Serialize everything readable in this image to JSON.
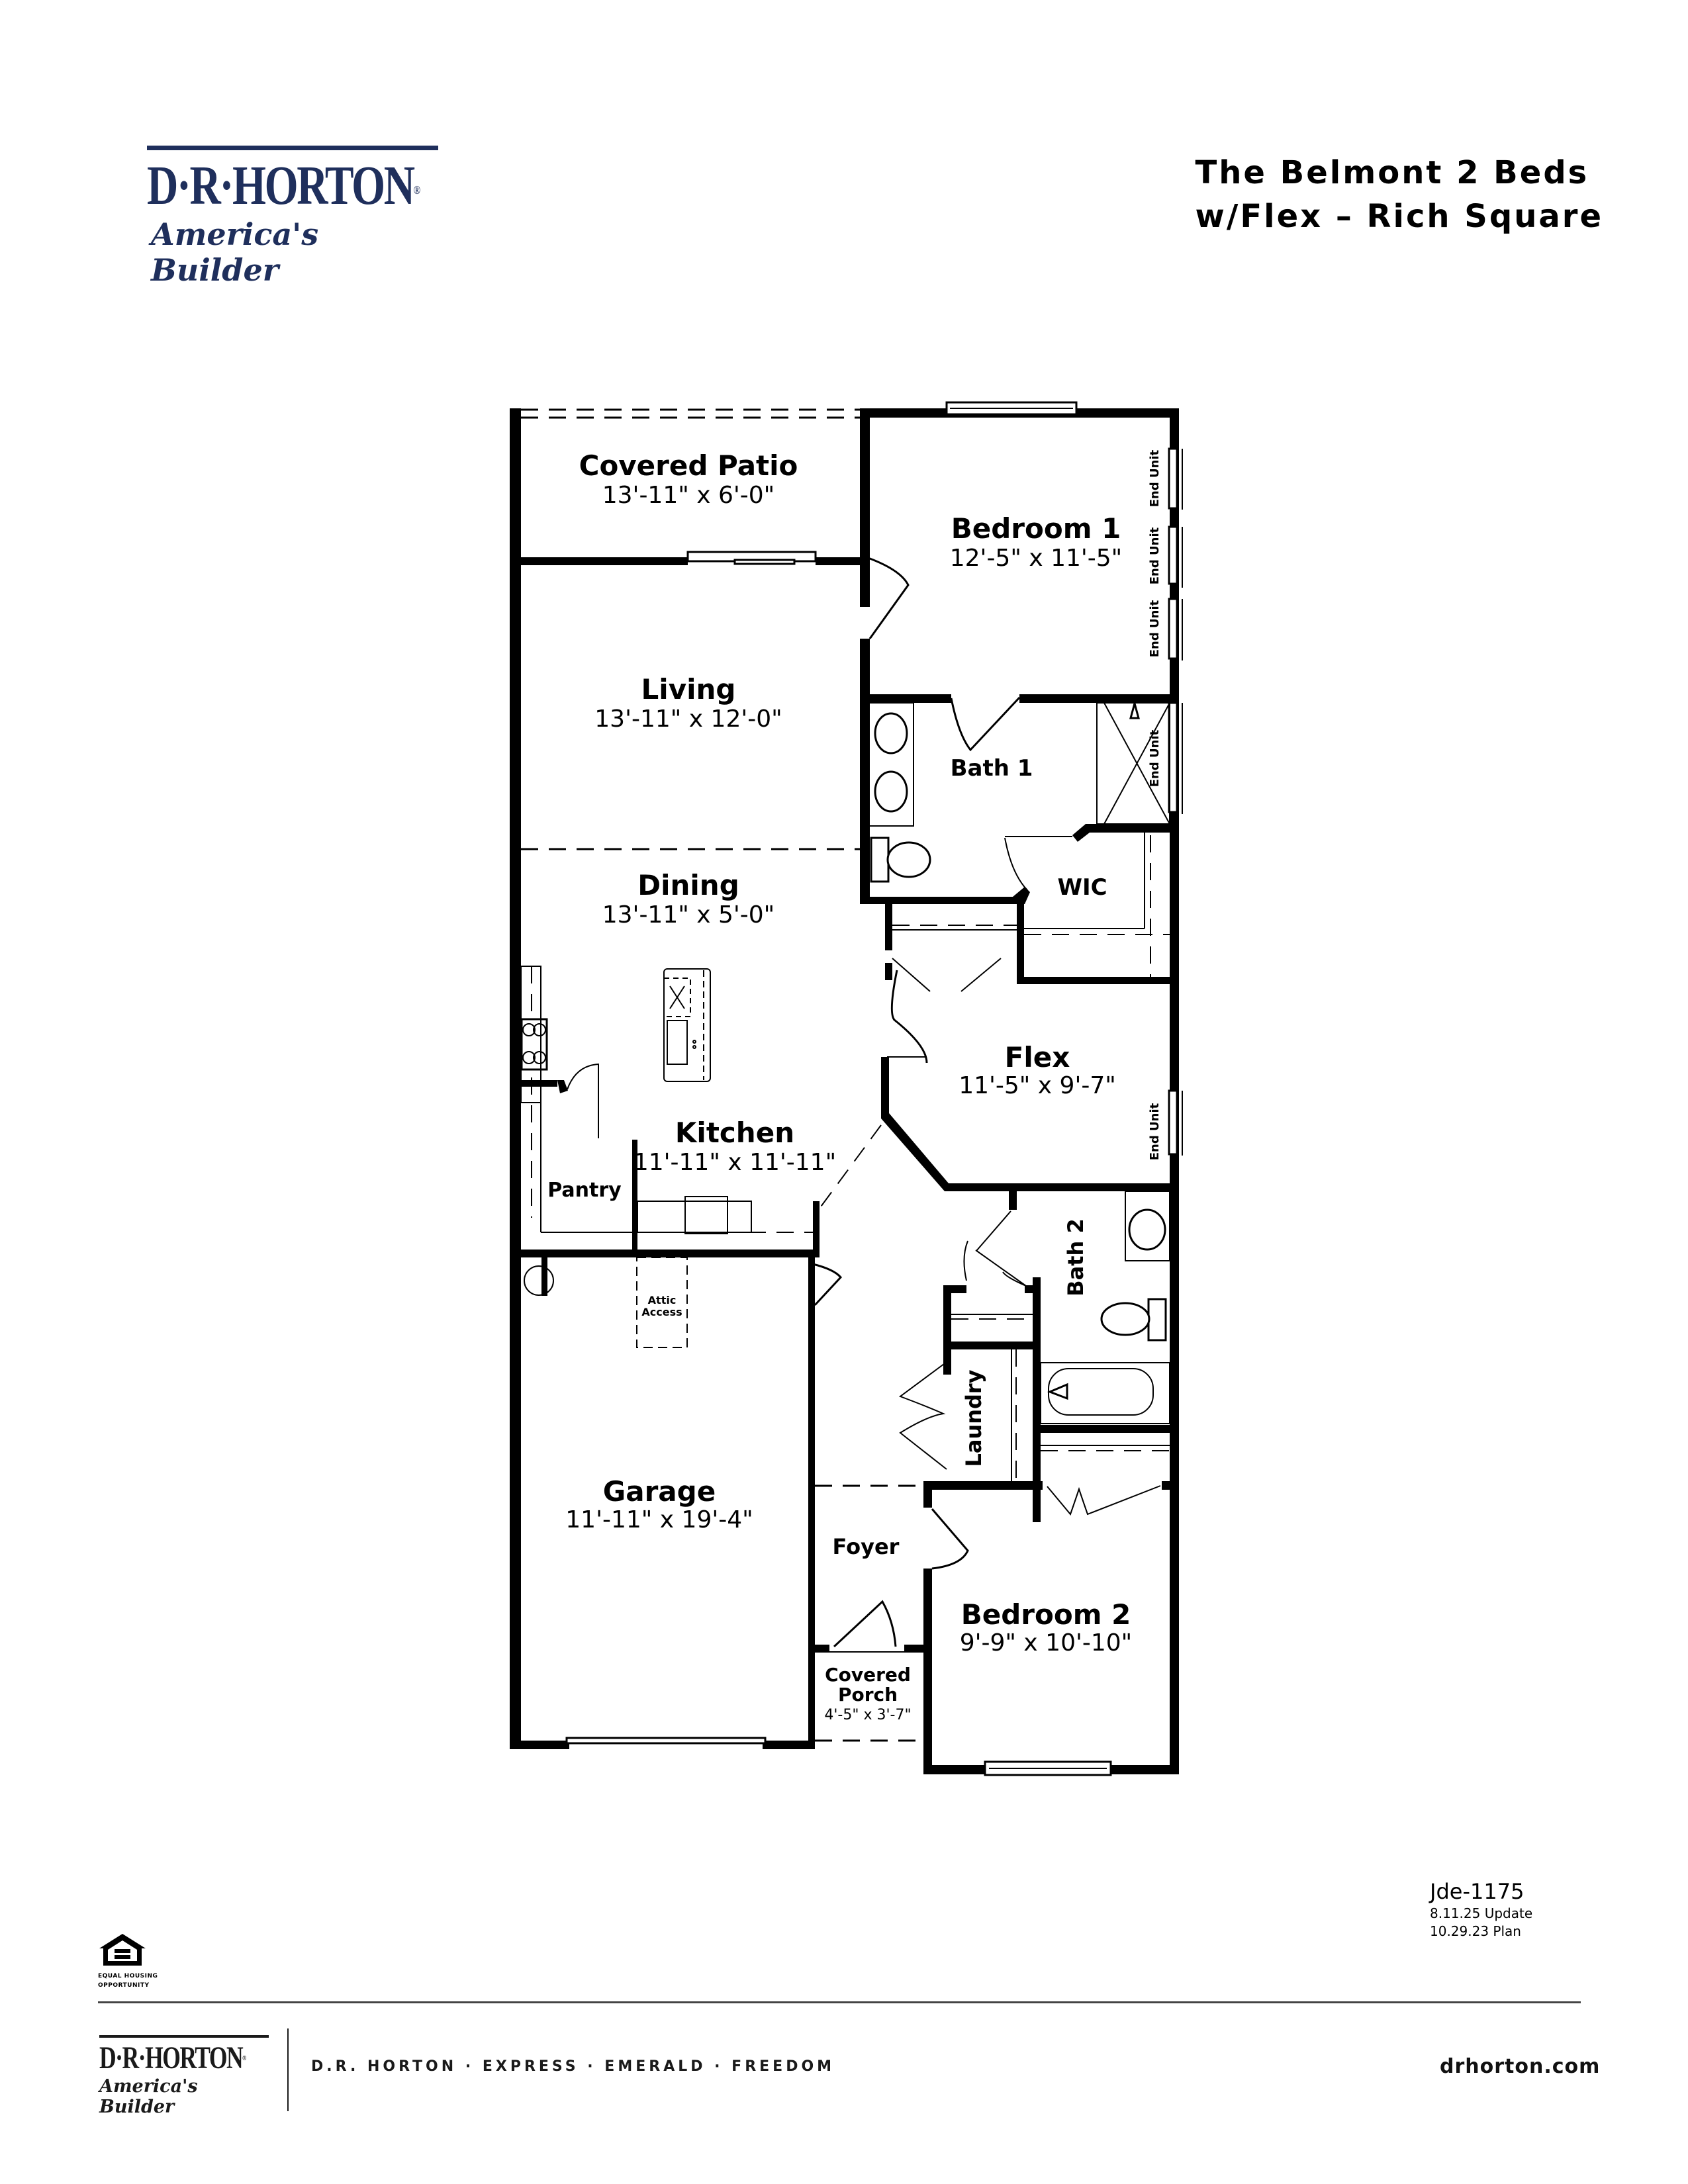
{
  "header": {
    "logo": {
      "wordmark": "D·R·HORTON",
      "registered": "®",
      "tagline": "America's Builder",
      "color": "#1f2f5c"
    },
    "title_line1": "The Belmont 2 Beds",
    "title_line2": "w/Flex – Rich Square"
  },
  "plan": {
    "rooms": {
      "covered_patio": {
        "name": "Covered Patio",
        "dims": "13'-11\" x 6'-0\""
      },
      "bedroom1": {
        "name": "Bedroom 1",
        "dims": "12'-5\" x 11'-5\""
      },
      "living": {
        "name": "Living",
        "dims": "13'-11\" x 12'-0\""
      },
      "bath1": {
        "name": "Bath 1"
      },
      "wic": {
        "name": "WIC"
      },
      "dining": {
        "name": "Dining",
        "dims": "13'-11\" x 5'-0\""
      },
      "flex": {
        "name": "Flex",
        "dims": "11'-5\" x 9'-7\""
      },
      "kitchen": {
        "name": "Kitchen",
        "dims": "11'-11\" x 11'-11\""
      },
      "pantry": {
        "name": "Pantry"
      },
      "bath2": {
        "name": "Bath 2"
      },
      "laundry": {
        "name": "Laundry"
      },
      "attic": {
        "line1": "Attic",
        "line2": "Access"
      },
      "garage": {
        "name": "Garage",
        "dims": "11'-11\" x 19'-4\""
      },
      "foyer": {
        "name": "Foyer"
      },
      "bedroom2": {
        "name": "Bedroom 2",
        "dims": "9'-9\" x 10'-10\""
      },
      "covered_porch": {
        "line1": "Covered",
        "line2": "Porch",
        "dims": "4'-5\" x 3'-7\""
      }
    },
    "window_option_label": "End Unit"
  },
  "plan_info": {
    "code": "Jde-1175",
    "update": "8.11.25 Update",
    "plan_date": "10.29.23 Plan"
  },
  "equal_housing": {
    "line1": "EQUAL HOUSING",
    "line2": "OPPORTUNITY"
  },
  "footer": {
    "logo_wordmark": "D·R·HORTON",
    "logo_registered": "®",
    "logo_tagline": "America's Builder",
    "brands": "D.R. HORTON · EXPRESS · EMERALD · FREEDOM",
    "website": "drhorton.com"
  }
}
